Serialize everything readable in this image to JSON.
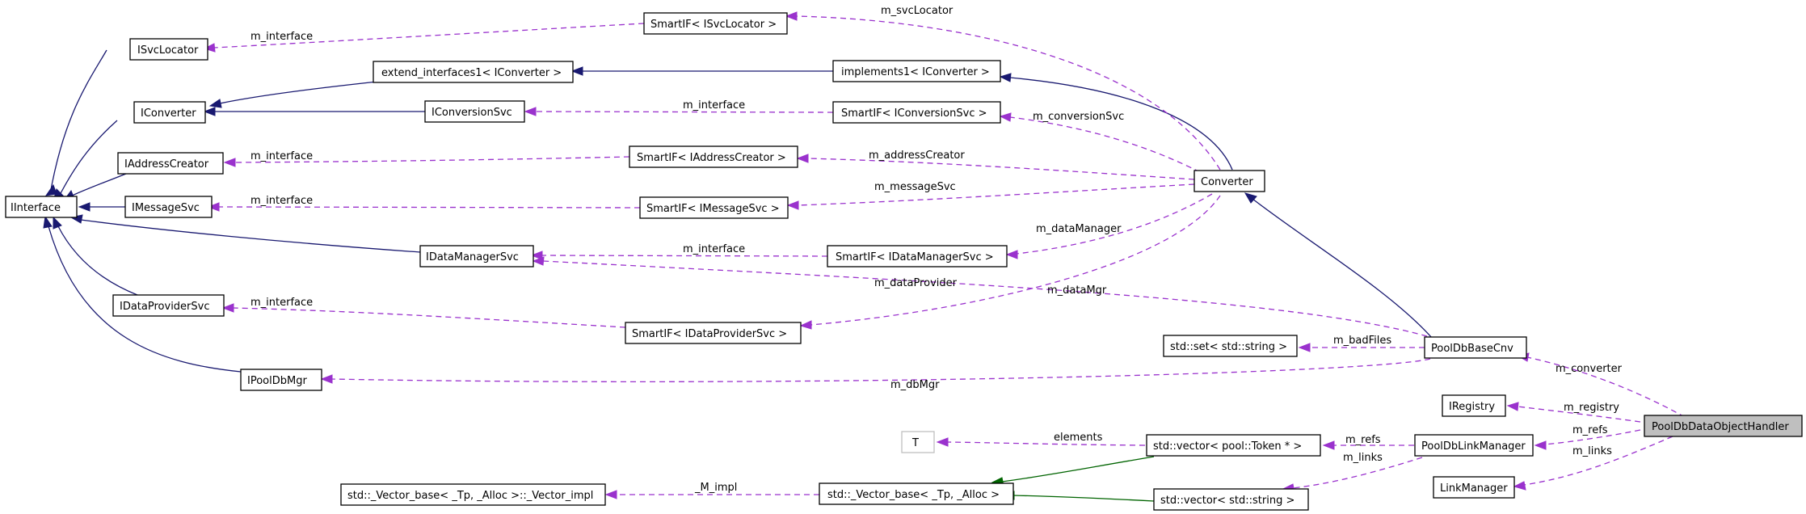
{
  "nodes": {
    "iinterface": "IInterface",
    "isvclocator": "ISvcLocator",
    "iconverter": "IConverter",
    "iaddresscreator": "IAddressCreator",
    "imessagesvc": "IMessageSvc",
    "idataprovidersvc": "IDataProviderSvc",
    "ipooldbmgr": "IPoolDbMgr",
    "extend_interfaces": "extend_interfaces1< IConverter >",
    "iconversionsvc": "IConversionSvc",
    "idatamanagersvc": "IDataManagerSvc",
    "smartif_isvclocator": "SmartIF< ISvcLocator >",
    "implements1": "implements1< IConverter >",
    "smartif_iconversionsvc": "SmartIF< IConversionSvc >",
    "smartif_iaddresscreator": "SmartIF< IAddressCreator >",
    "smartif_imessagesvc": "SmartIF< IMessageSvc >",
    "smartif_idatamanagersvc": "SmartIF< IDataManagerSvc >",
    "smartif_idataprovidersvc": "SmartIF< IDataProviderSvc >",
    "converter": "Converter",
    "std_set_string": "std::set< std::string >",
    "pooldbbasecnv": "PoolDbBaseCnv",
    "iregistry": "IRegistry",
    "pooldbdataobjecthandler": "PoolDbDataObjectHandler",
    "t": "T",
    "vector_token": "std::vector< pool::Token * >",
    "pooldblinkmanager": "PoolDbLinkManager",
    "linkmanager": "LinkManager",
    "vector_base_impl": "std::_Vector_base< _Tp, _Alloc >::_Vector_impl",
    "vector_base": "std::_Vector_base< _Tp, _Alloc >",
    "vector_string": "std::vector< std::string >"
  },
  "edge_labels": {
    "m_interface_svclocator": "m_interface",
    "m_svclocator": "m_svcLocator",
    "m_interface_conversion": "m_interface",
    "m_conversionsvc": "m_conversionSvc",
    "m_interface_address": "m_interface",
    "m_addresscreator": "m_addressCreator",
    "m_interface_message": "m_interface",
    "m_messagesvc": "m_messageSvc",
    "m_datamanager": "m_dataManager",
    "m_interface_datamanager": "m_interface",
    "m_dataprovider": "m_dataProvider",
    "m_datamgr": "m_dataMgr",
    "m_interface_dataprovider": "m_interface",
    "m_badfiles": "m_badFiles",
    "m_dbmgr": "m_dbMgr",
    "m_converter": "m_converter",
    "m_registry": "m_registry",
    "elements": "elements",
    "m_refs_vector": "m_refs",
    "m_refs_linkmgr": "m_refs",
    "m_links_vector": "m_links",
    "m_links_linkmgr": "m_links",
    "m_impl": "_M_impl"
  },
  "colors": {
    "inheritance": "#191970",
    "template_inheritance": "#006400",
    "usage": "#9a32cd",
    "highlight_fill": "#bfbfbf"
  }
}
